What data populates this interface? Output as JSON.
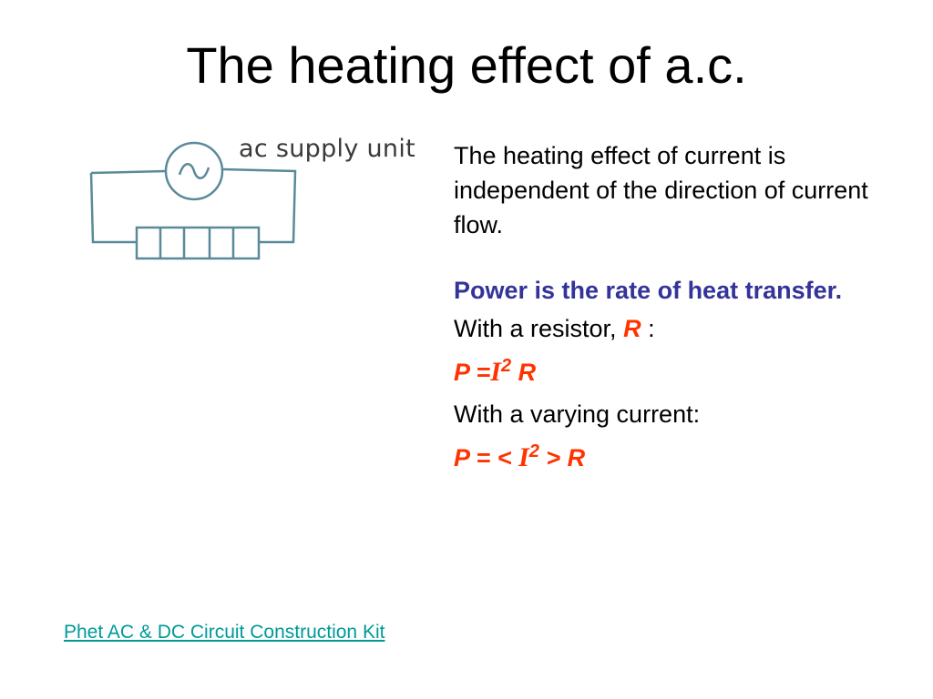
{
  "slide": {
    "title": "The heating effect of a.c."
  },
  "diagram": {
    "label": "ac supply unit",
    "source_icon": "ac-source-icon",
    "resistor_icon": "resistor-icon",
    "wire_color": "#5a8a9a"
  },
  "body": {
    "para1": "The heating effect of current is independent of the direction of current flow.",
    "power_line": "Power is the rate of heat transfer.",
    "resistor_prefix": "With a resistor,",
    "resistor_symbol": "R",
    "resistor_suffix": ":",
    "formula1": {
      "p": "P =",
      "i": "I",
      "exp": "2",
      "r": "R"
    },
    "varying_line": "With a varying current:",
    "formula2": {
      "p": "P = <",
      "i": "I",
      "exp": "2",
      "r": "> R"
    }
  },
  "link": {
    "text": "Phet AC & DC Circuit Construction Kit"
  },
  "colors": {
    "blue": "#333399",
    "red": "#ff3300",
    "link": "#009999"
  }
}
